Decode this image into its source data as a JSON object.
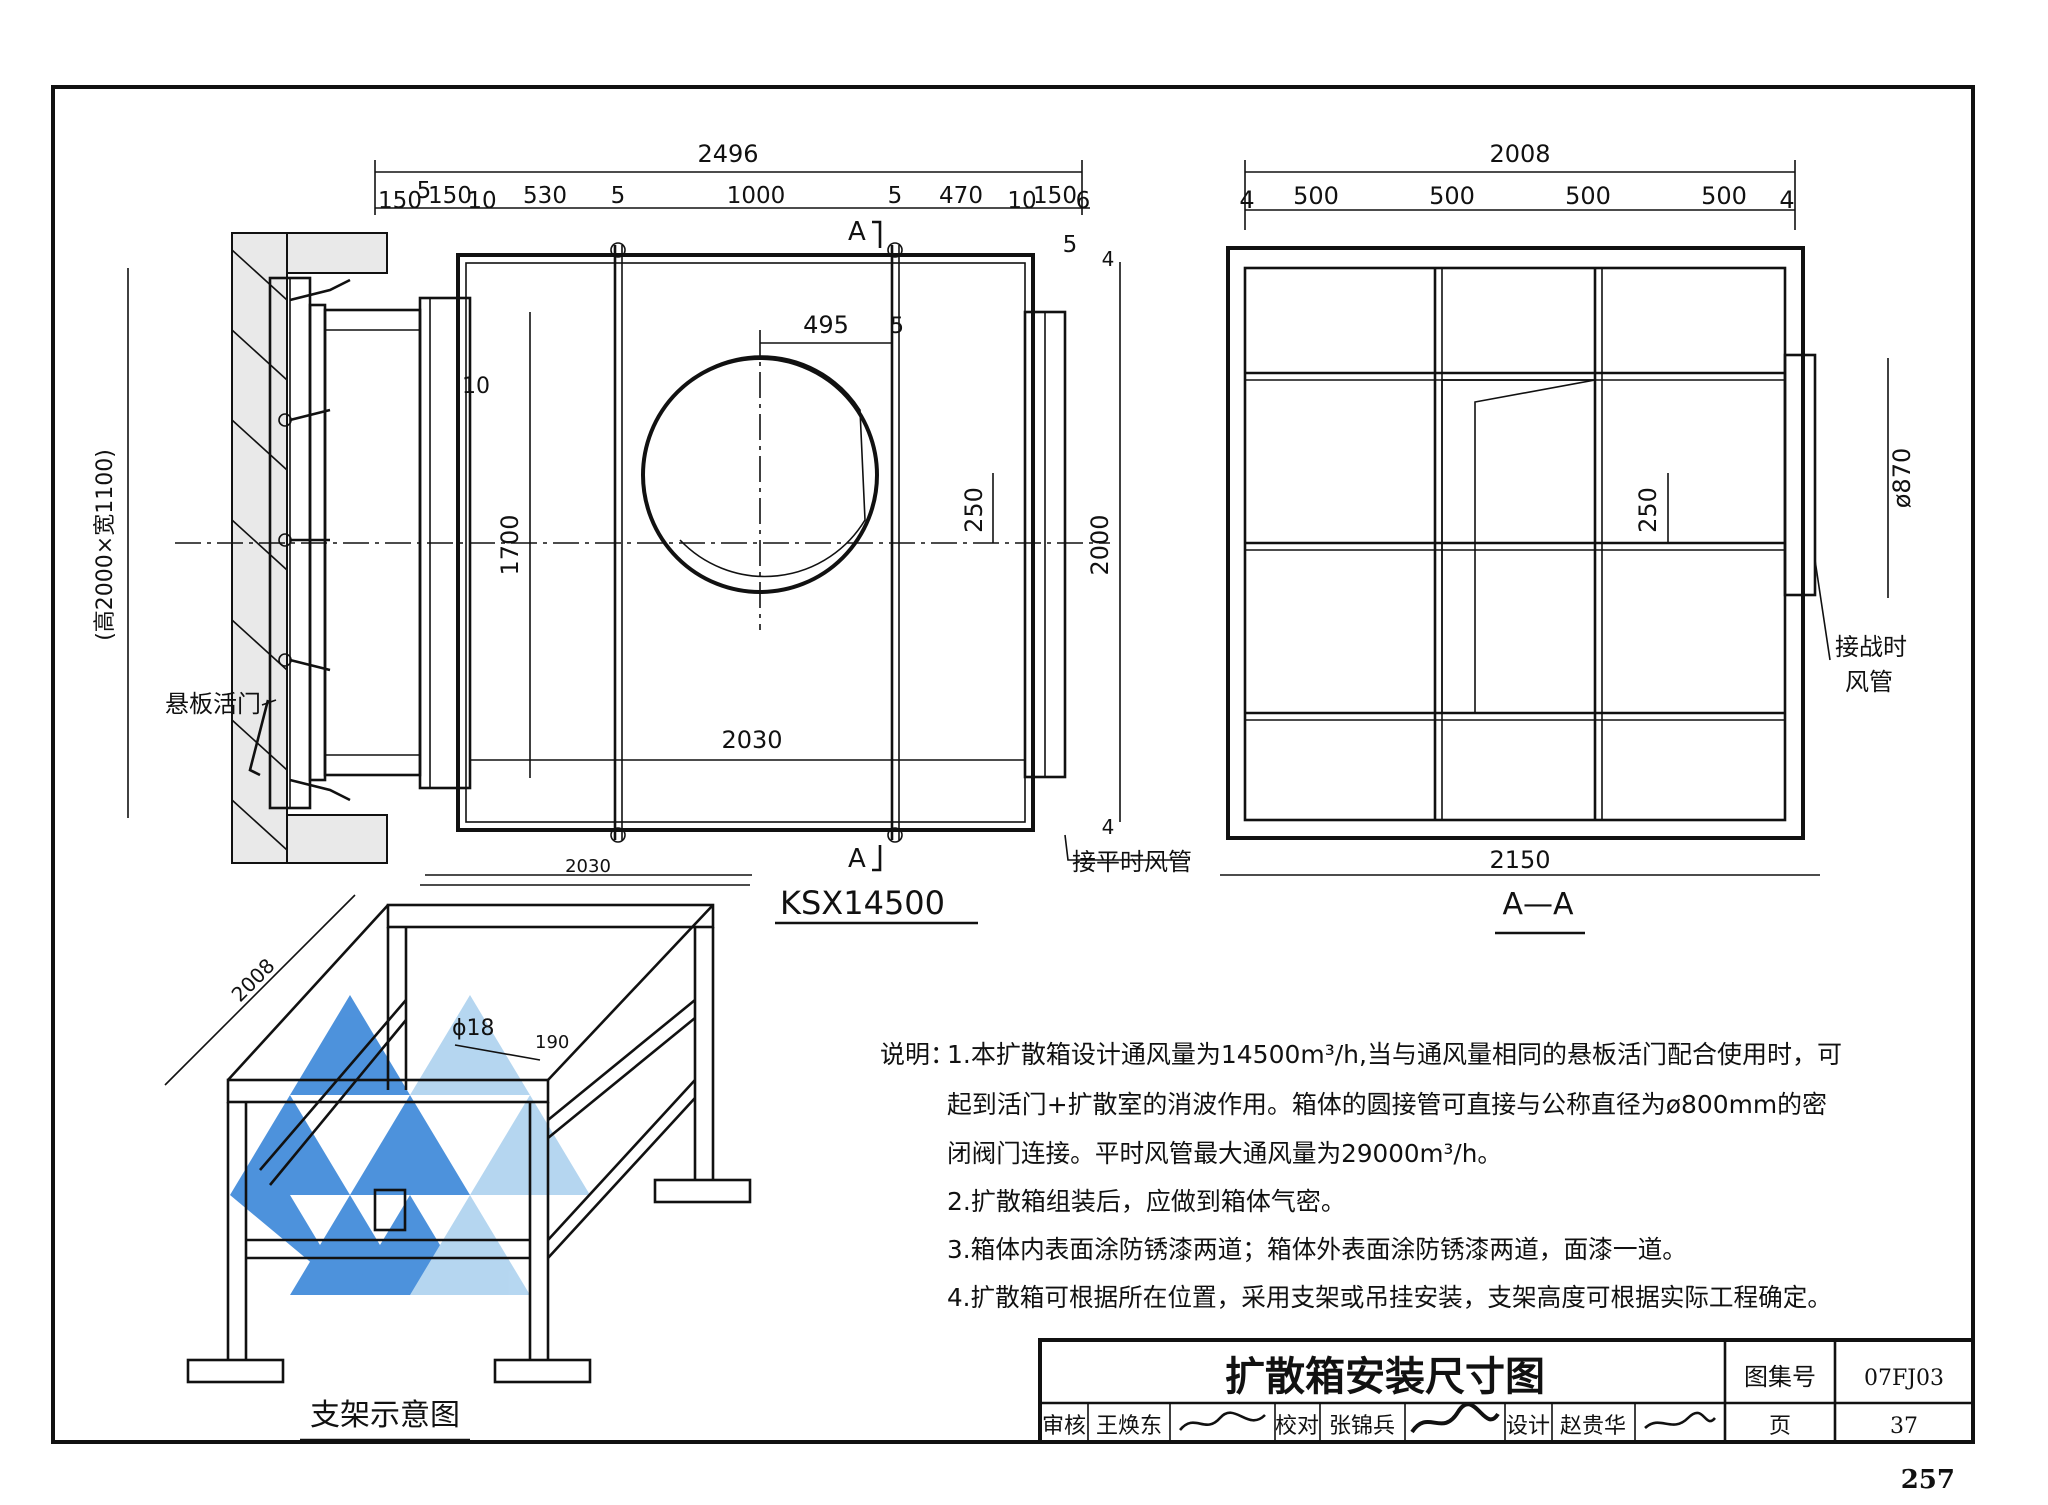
{
  "elevation": {
    "overall_width": "2496",
    "segment_dims": [
      "150",
      "5",
      "150",
      "10",
      "530",
      "5",
      "1000",
      "5",
      "470",
      "10",
      "150",
      "6"
    ],
    "right_small": "5",
    "right_top": "4",
    "right_bottom": "4",
    "section_mark": "A",
    "height_note": "(高2000×宽1100)",
    "hatch_label": "悬板活门",
    "dim_495": "495",
    "dim_5": "5",
    "dim_10": "10",
    "dim_1700": "1700",
    "dim_250": "250",
    "dim_2000": "2000",
    "dim_2030_inner": "2030",
    "dim_2030_bottom": "2030",
    "peacetime_duct": "接平时风管",
    "model": "KSX14500"
  },
  "section": {
    "overall_width": "2008",
    "segments": [
      "4",
      "500",
      "500",
      "500",
      "500",
      "4"
    ],
    "dia": "ø870",
    "dim_250": "250",
    "wartime_duct_line1": "接战时",
    "wartime_duct_line2": "风管",
    "bottom_width": "2150",
    "title": "A—A"
  },
  "support": {
    "dim_2008": "2008",
    "dim_phi18": "ɸ18",
    "dim_190": "190",
    "caption": "支架示意图"
  },
  "notes": {
    "prefix": "说明：",
    "line1": "1.本扩散箱设计通风量为14500m³/h,当与通风量相同的悬板活门配合使用时，可",
    "line2": "起到活门+扩散室的消波作用。箱体的圆接管可直接与公称直径为ø800mm的密",
    "line3": "闭阀门连接。平时风管最大通风量为29000m³/h。",
    "line4": "2.扩散箱组装后，应做到箱体气密。",
    "line5": "3.箱体内表面涂防锈漆两道；箱体外表面涂防锈漆两道，面漆一道。",
    "line6": "4.扩散箱可根据所在位置，采用支架或吊挂安装，支架高度可根据实际工程确定。"
  },
  "title_block": {
    "title": "扩散箱安装尺寸图",
    "atlas_label": "图集号",
    "atlas_no": "07FJ03",
    "review_label": "审核",
    "reviewer": "王焕东",
    "check_label": "校对",
    "checker": "张锦兵",
    "design_label": "设计",
    "designer": "赵贵华",
    "page_label": "页",
    "page_no": "37"
  },
  "book_page": "257",
  "colors": {
    "ink": "#111111",
    "logo_blue": "#2f7fd6",
    "logo_light": "#a9d0ee"
  }
}
